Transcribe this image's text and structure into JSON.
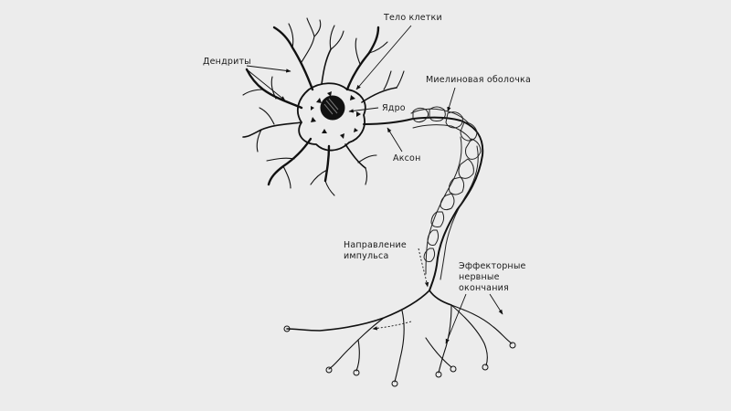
{
  "labels": {
    "cell_body": "Тело клетки",
    "dendrites": "Дендриты",
    "myelin_sheath": "Миелиновая оболочка",
    "nucleus": "Ядро",
    "axon": "Аксон",
    "impulse_direction_line1": "Направление",
    "impulse_direction_line2": "импульса",
    "effector_line1": "Эффекторные",
    "effector_line2": "нервные",
    "effector_line3": "окончания"
  },
  "colors": {
    "background": "#ececec",
    "ink": "#111111"
  }
}
